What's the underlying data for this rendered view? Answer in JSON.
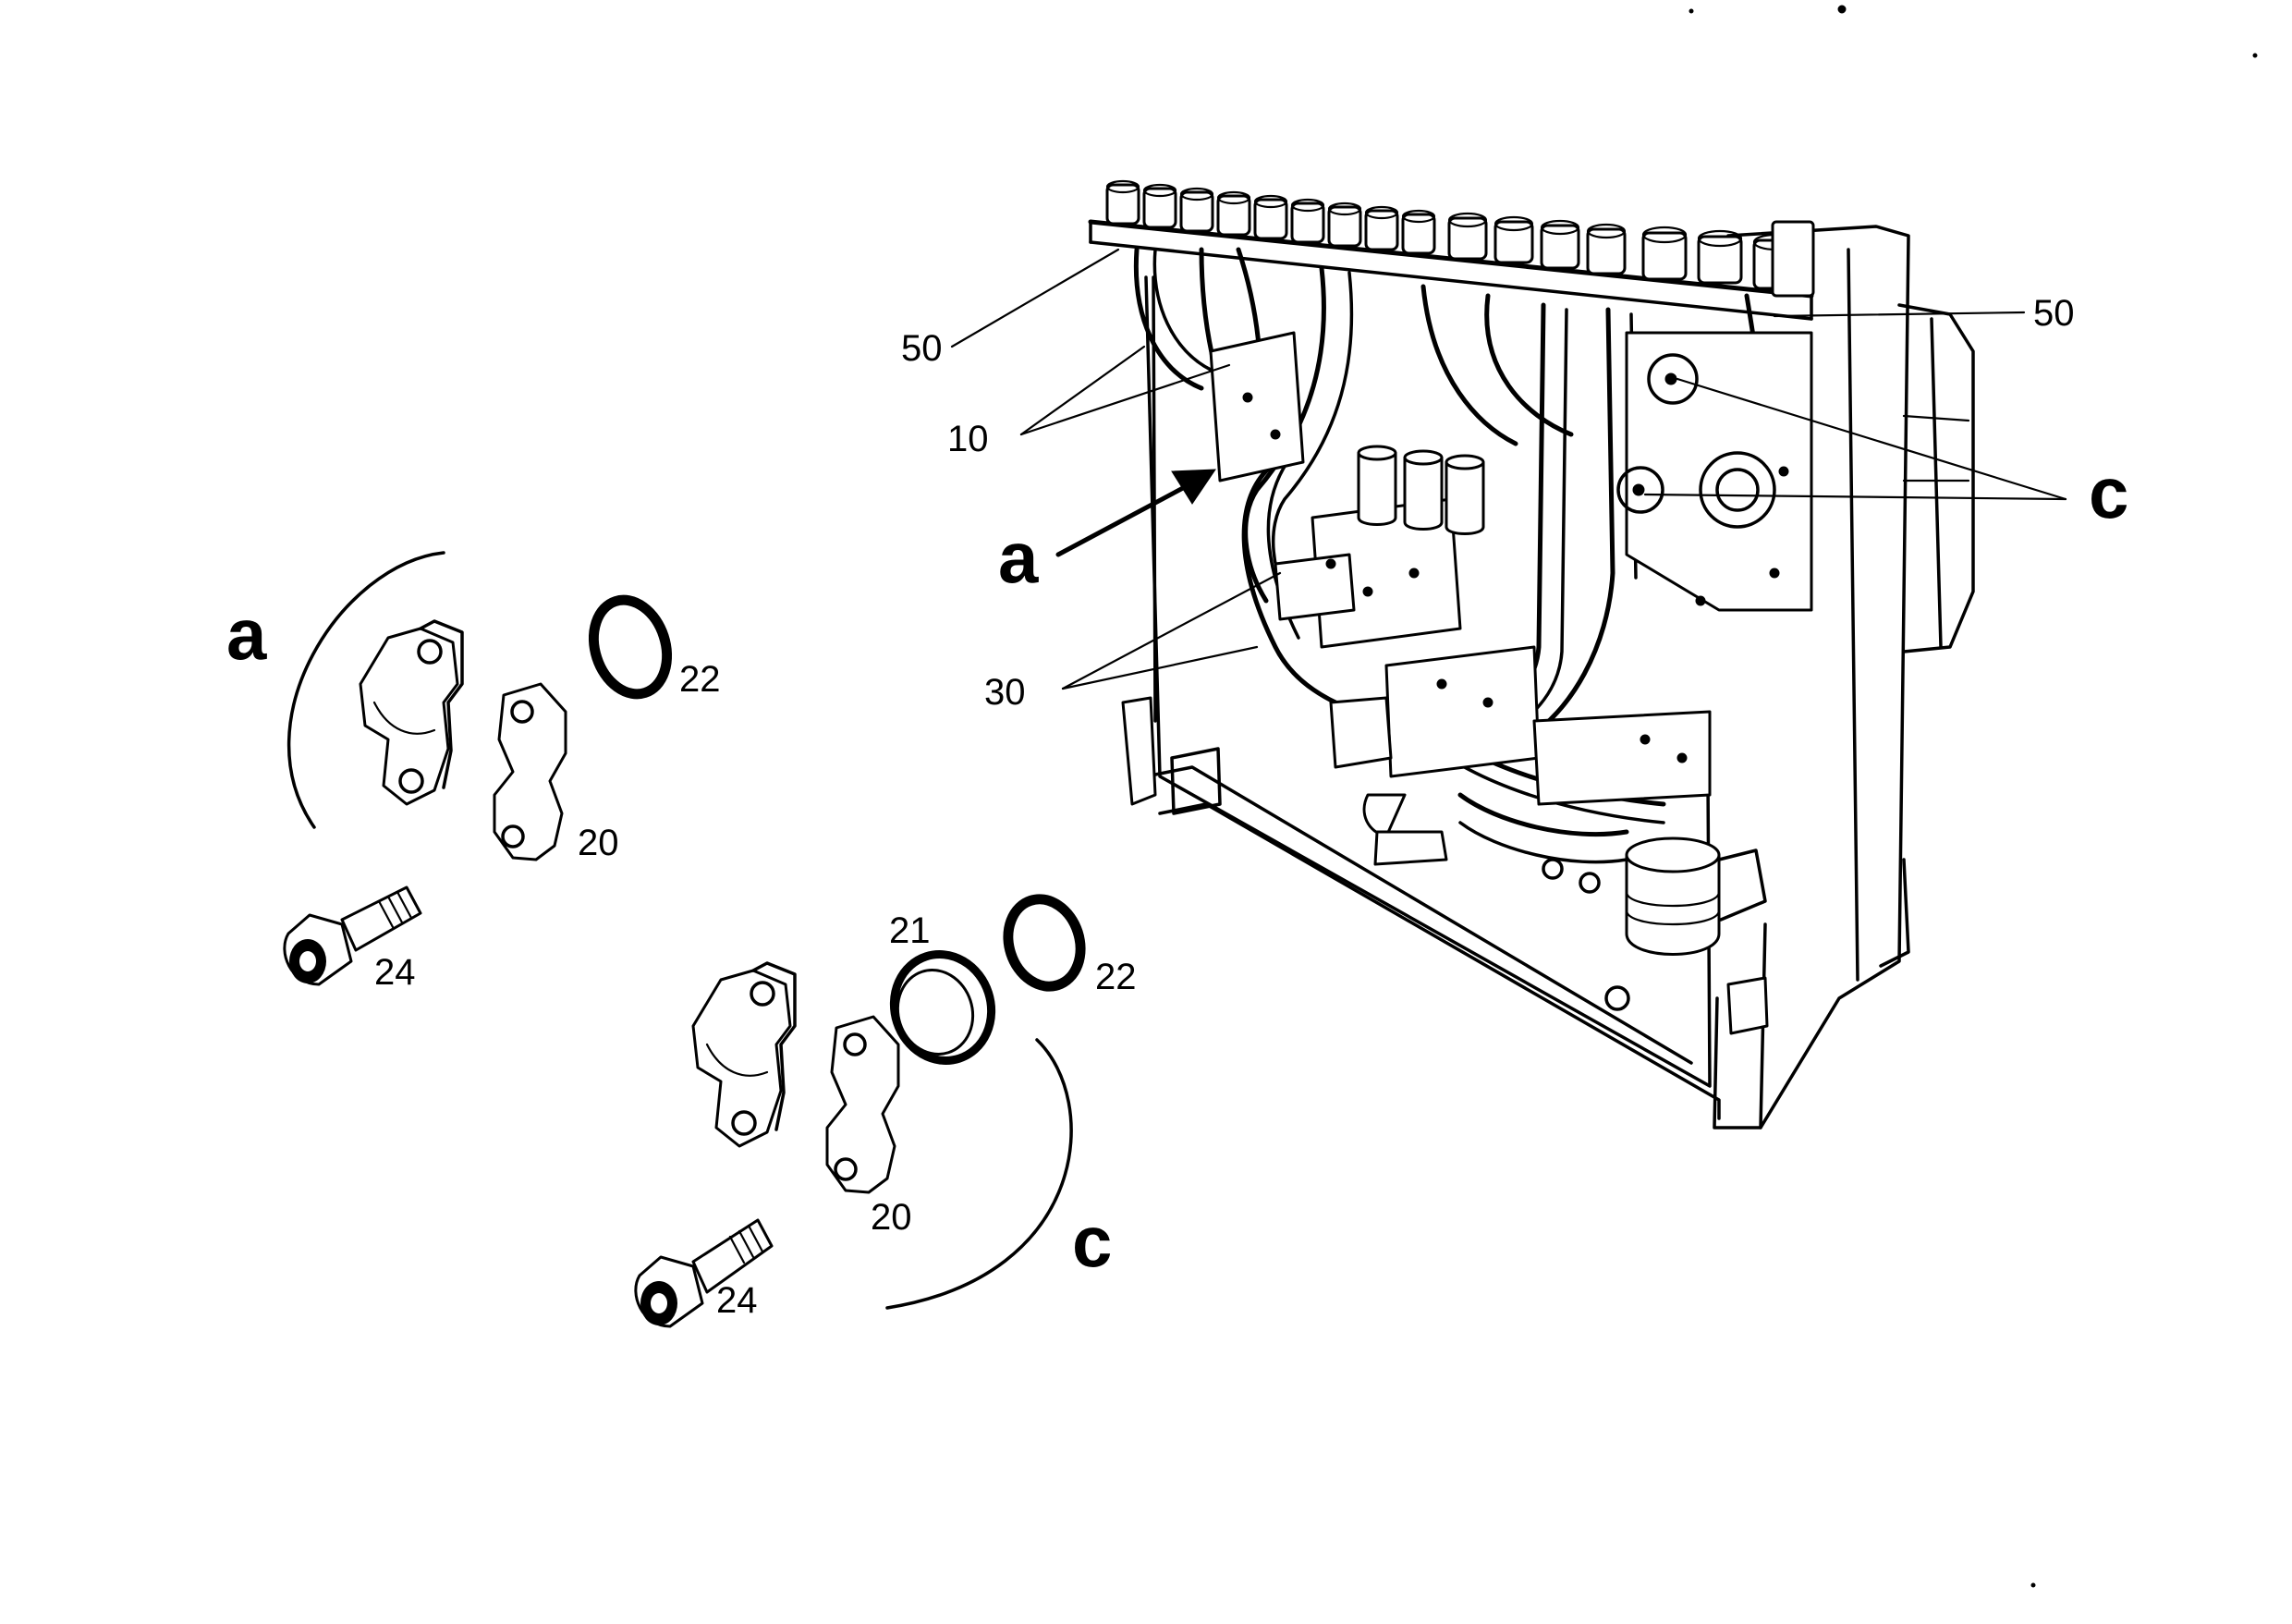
{
  "callouts": {
    "c50_left": "50",
    "c50_right": "50",
    "c10": "10",
    "c30": "30",
    "c_arrow_a": "a",
    "c_right_c": "c",
    "detail_a_label": "a",
    "detail_a_22": "22",
    "detail_a_20": "20",
    "detail_a_24": "24",
    "detail_c_label": "c",
    "detail_c_21": "21",
    "detail_c_22": "22",
    "detail_c_20": "20",
    "detail_c_24": "24"
  }
}
